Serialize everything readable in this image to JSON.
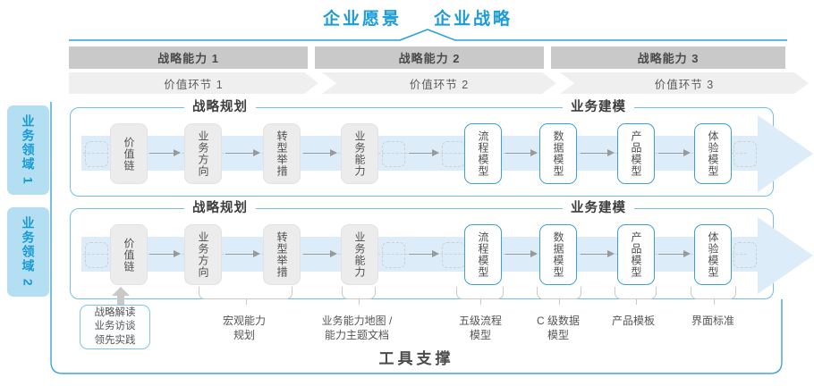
{
  "title": {
    "vision": "企业愿景",
    "strategy": "企业战略"
  },
  "capabilities": [
    "战略能力 1",
    "战略能力 2",
    "战略能力 3"
  ],
  "value_links": [
    "价值环节 1",
    "价值环节 2",
    "价值环节 3"
  ],
  "domains": [
    "业务领域 1",
    "业务领域 2"
  ],
  "band": {
    "planning_header": "战略规划",
    "modeling_header": "业务建模",
    "boxes": [
      {
        "label": "价值链",
        "style": "gray"
      },
      {
        "label": "业务方向",
        "style": "gray"
      },
      {
        "label": "转型举措",
        "style": "gray"
      },
      {
        "label": "业务能力",
        "style": "gray"
      },
      {
        "label": "流程模型",
        "style": "blue"
      },
      {
        "label": "数据模型",
        "style": "blue"
      },
      {
        "label": "产品模型",
        "style": "blue"
      },
      {
        "label": "体验模型",
        "style": "blue"
      }
    ]
  },
  "annotations": {
    "practices": [
      "战略解读",
      "业务访谈",
      "领先实践"
    ],
    "labels": [
      {
        "line1": "宏观能力",
        "line2": "规划"
      },
      {
        "line1": "业务能力地图 /",
        "line2": "能力主题文档"
      },
      {
        "line1": "五级流程",
        "line2": "模型"
      },
      {
        "line1": "C 级数据",
        "line2": "模型"
      },
      {
        "line1": "产品模板",
        "line2": ""
      },
      {
        "line1": "界面标准",
        "line2": ""
      }
    ]
  },
  "footer": {
    "tool_support": "工具支撑"
  },
  "colors": {
    "accent_blue": "#1b9cd7",
    "band_border": "#74bfe6",
    "blue_box_border": "#3fa0d4",
    "flow_arrow_fill": "#dcecf8",
    "capability_bar": "#c9c9c9",
    "value_bar": "#f0eff0",
    "sidebar_bg": "#b4def1",
    "gray_box": "#ececec",
    "connector_gray": "#999999",
    "text_dark": "#3d3d3d",
    "text_gray": "#555555"
  }
}
